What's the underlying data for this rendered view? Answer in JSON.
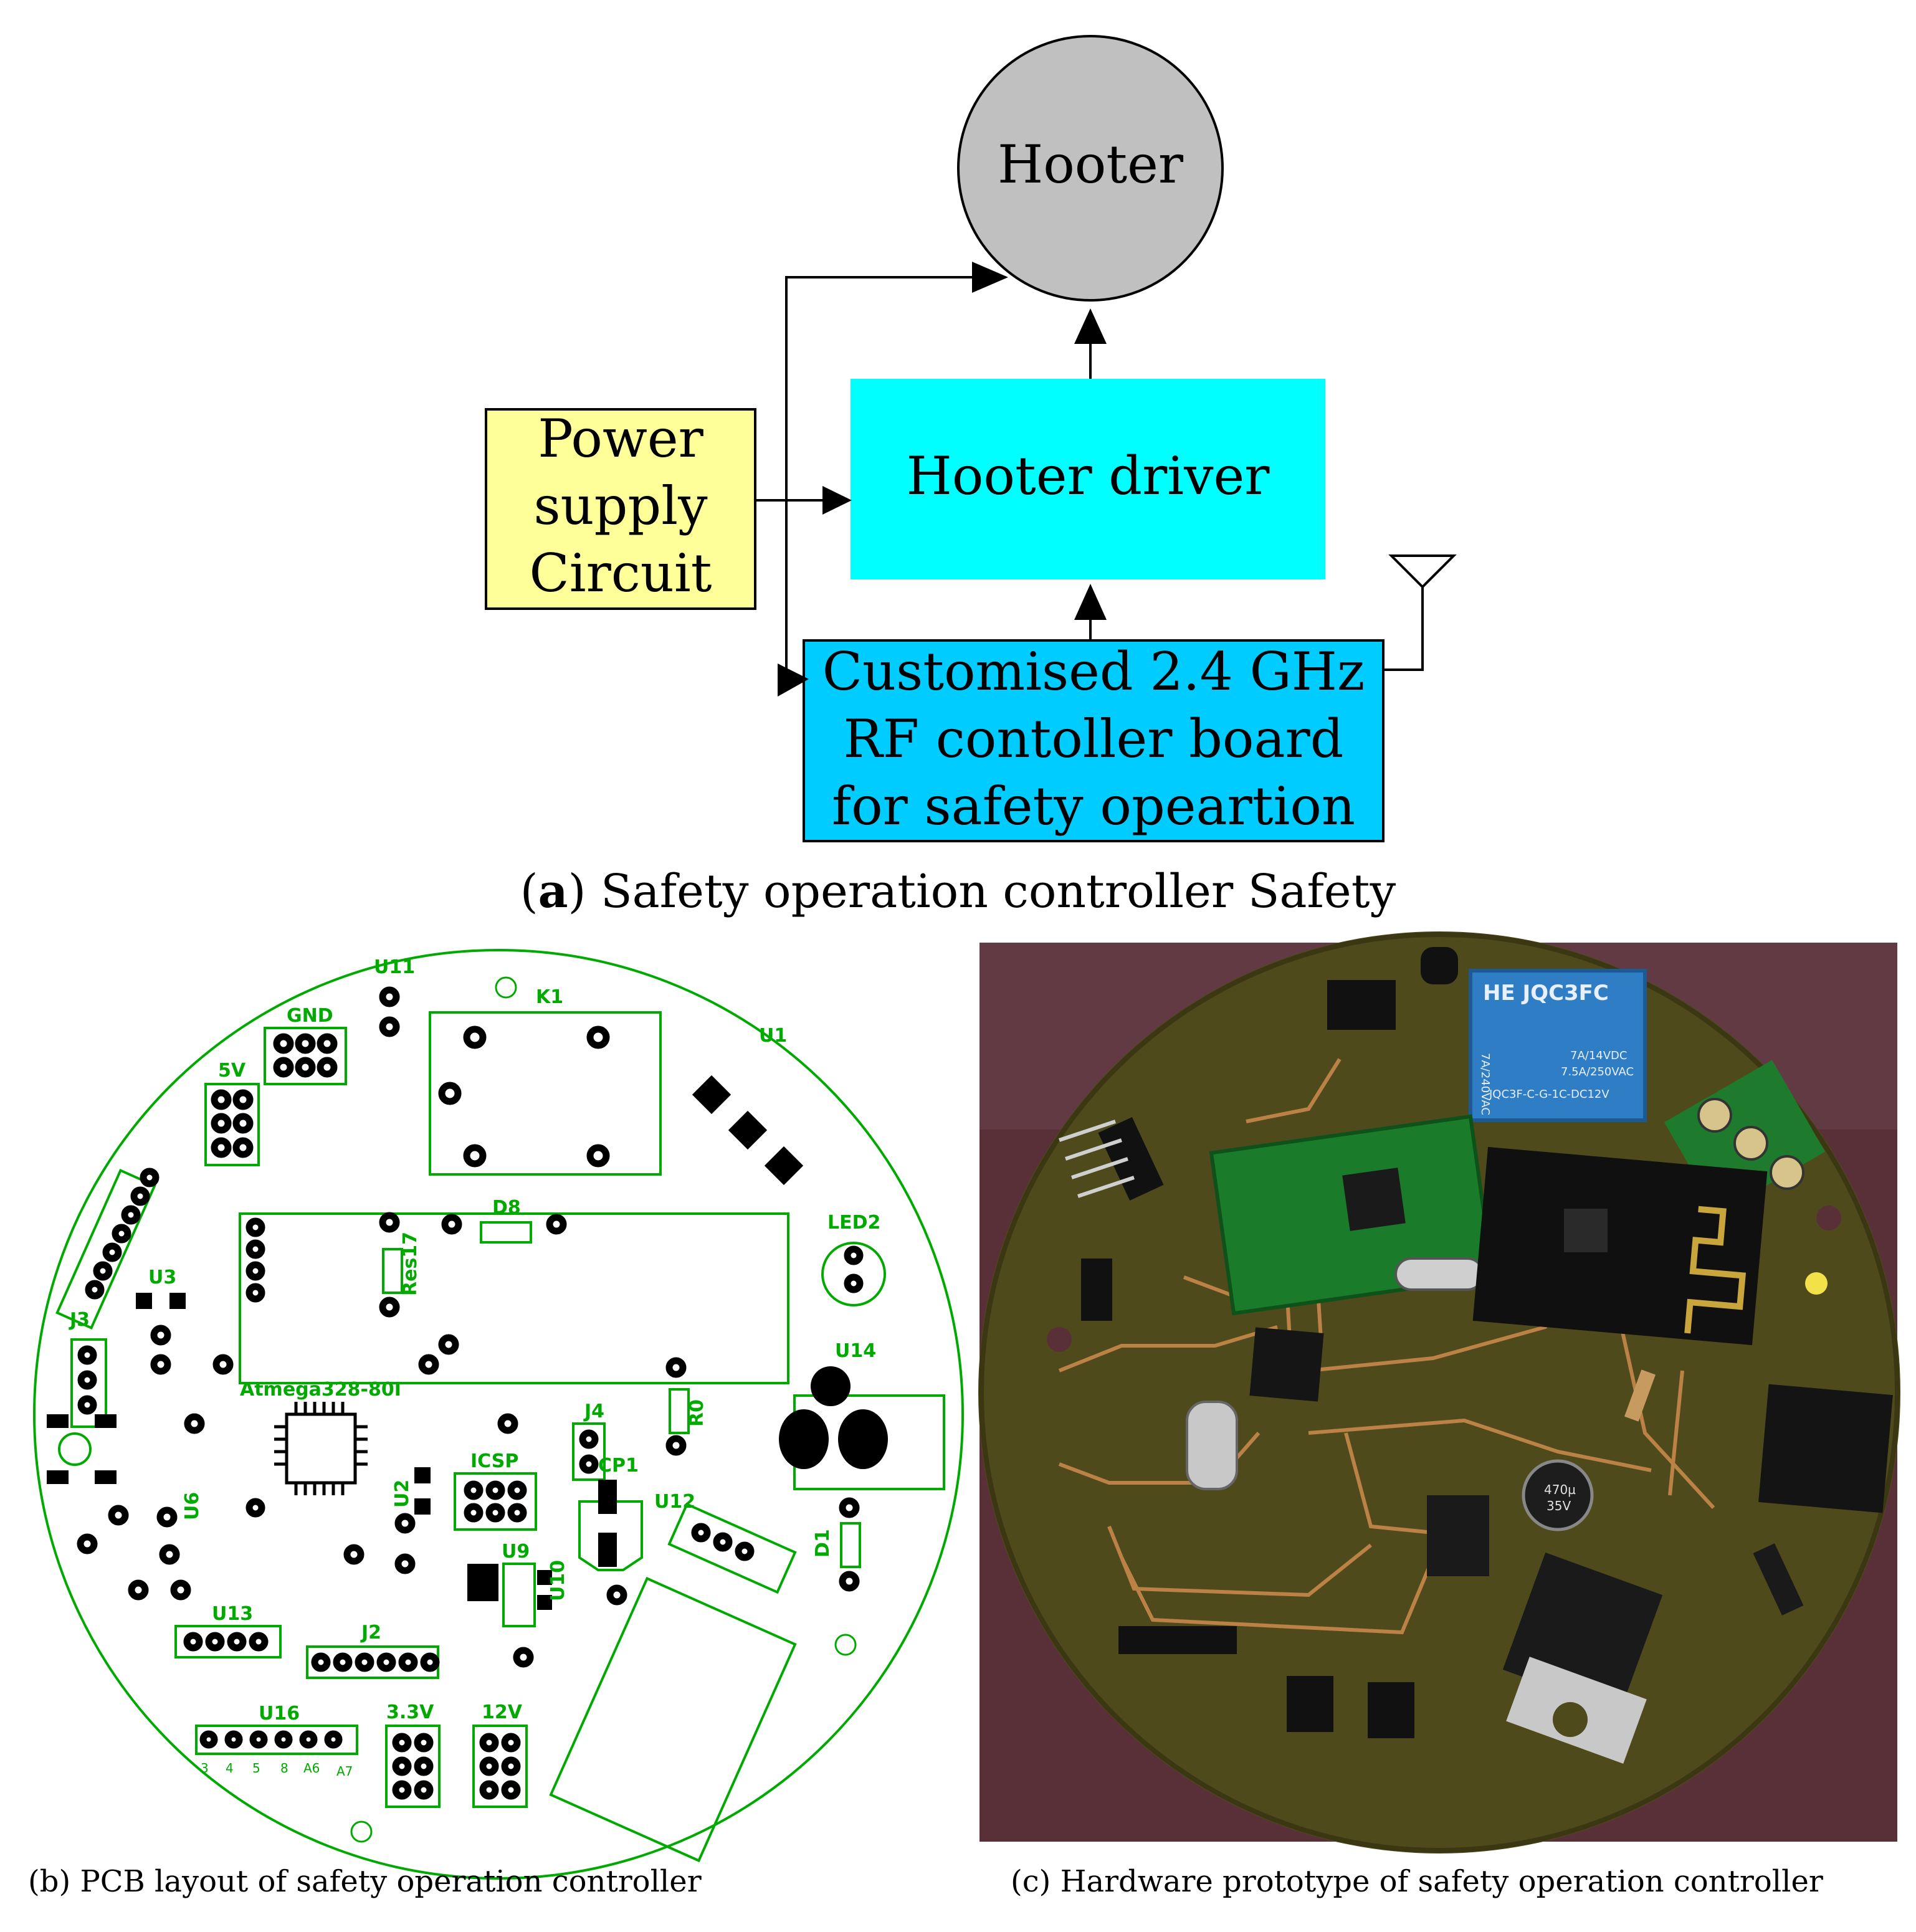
{
  "diagram": {
    "nodes": {
      "hooter": {
        "label": "Hooter"
      },
      "power_supply": {
        "lines": [
          "Power",
          "supply",
          "Circuit"
        ]
      },
      "hooter_driver": {
        "label": "Hooter driver"
      },
      "rf_board": {
        "lines": [
          "Customised 2.4 GHz",
          "RF contoller board",
          "for safety opeartion"
        ]
      }
    },
    "colors": {
      "hooter": "#c0c0c0",
      "power_supply": "#ffff99",
      "hooter_driver": "#00ffff",
      "rf_board": "#00ccff",
      "pcb_trace": "#00aa00",
      "pcb_photo_board": "#4f4a1c",
      "photo_background": "#5a3038"
    }
  },
  "pcb": {
    "labels": {
      "u11": "U11",
      "gnd": "GND",
      "v5": "5V",
      "k1": "K1",
      "u1": "U1",
      "d8": "D8",
      "res17": "Res17",
      "led2": "LED2",
      "u3": "U3",
      "j3": "J3",
      "atmega": "Atmega328-80I",
      "r0": "R0",
      "u14": "U14",
      "icsp": "ICSP",
      "cp1": "CP1",
      "u2": "U2",
      "u12": "U12",
      "u9": "U9",
      "u10": "U10",
      "u6": "U6",
      "u13": "U13",
      "j2": "J2",
      "d1": "D1",
      "u16": "U16",
      "v33": "3.3V",
      "v12": "12V",
      "j4": "J4"
    },
    "u16_pins": [
      "3",
      "4",
      "5",
      "8",
      "A6",
      "A7"
    ]
  },
  "photo": {
    "relay_brand": "HE JQC3FC",
    "relay_spec_left": "7A/240VAC",
    "relay_spec_right_1": "7A/14VDC",
    "relay_spec_right_2": "7.5A/250VAC",
    "relay_part": "JQC3F-C-G-1C-DC12V",
    "cap_text_1": "470µ",
    "cap_text_2": "35V"
  },
  "captions": {
    "a_letter": "a",
    "a_text": "Safety operation controller Safety",
    "b": "(b) PCB layout of  safety operation controller",
    "c": "(c) Hardware prototype of  safety operation controller"
  }
}
